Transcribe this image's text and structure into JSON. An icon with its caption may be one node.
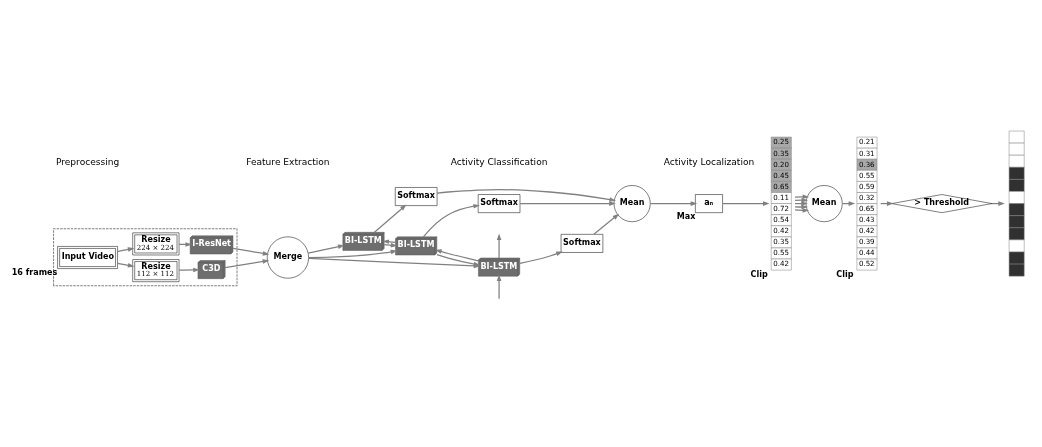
{
  "diagram": {
    "nodes": [
      {
        "text": [],
        "shape": "box"
      },
      {
        "text": [
          "Input Video"
        ],
        "beside": [
          "16 frames"
        ],
        "in": 0
      },
      {
        "text": [
          "Resize",
          "112 × 112"
        ],
        "in": 0
      },
      {
        "text": [
          "Resize",
          "224 × 224"
        ],
        "in": 0
      },
      {
        "text": [
          "C3D"
        ],
        "in": 0
      },
      {
        "text": [
          "I-ResNet"
        ],
        "in": 0
      },
      {
        "text": [
          "Merge"
        ]
      },
      {
        "text": [
          "BI-LSTM"
        ]
      },
      {
        "text": [
          "BI-LSTM"
        ]
      },
      {
        "text": [
          "BI-LSTM"
        ]
      },
      {
        "text": [
          "Softmax"
        ]
      },
      {
        "text": [
          "Softmax"
        ]
      },
      {
        "text": [
          "Softmax"
        ]
      },
      {
        "text": [
          "Mean"
        ]
      },
      {
        "text": [
          "aₙ"
        ],
        "beside": [
          "Max"
        ]
      },
      {
        "text": [
          "0.25",
          "0.35",
          "0.20",
          "0.45",
          "0.65",
          "0.11",
          "0.72",
          "0.54",
          "0.42",
          "0.35",
          "0.55",
          "0.42"
        ],
        "beside": [
          "Clip"
        ]
      },
      {
        "text": [
          "Mean"
        ]
      },
      {
        "text": [
          "0.21",
          "0.31",
          "0.36",
          "0.55",
          "0.59",
          "0.32",
          "0.65",
          "0.43",
          "0.42",
          "0.39",
          "0.44",
          "0.52"
        ],
        "beside": [
          "Clip"
        ]
      },
      {
        "text": [
          "> Threshold"
        ]
      },
      {
        "text": [],
        "shape": "bar"
      }
    ],
    "edges": [
      {
        "from": 1,
        "to": 2,
        "arrow": "to"
      },
      {
        "from": 1,
        "to": 3,
        "arrow": "to"
      },
      {
        "from": 2,
        "to": 4,
        "arrow": "to"
      },
      {
        "from": 3,
        "to": 5,
        "arrow": "to"
      },
      {
        "from": 4,
        "to": 6,
        "arrow": "to"
      },
      {
        "from": 5,
        "to": 6,
        "arrow": "to"
      },
      {
        "from": 6,
        "to": 7,
        "arrow": "to"
      },
      {
        "from": 6,
        "to": 8,
        "arrow": "to"
      },
      {
        "from": 6,
        "to": 9,
        "arrow": "to"
      },
      {
        "from": 7,
        "to": 8,
        "arrow": "to"
      },
      {
        "from": 8,
        "to": 7,
        "arrow": "to"
      },
      {
        "from": 8,
        "to": 9,
        "arrow": "to"
      },
      {
        "from": 9,
        "to": 8,
        "arrow": "to"
      },
      {
        "from": 9,
        "to": null,
        "arrow": "to"
      },
      {
        "from": null,
        "to": 9,
        "arrow": "to"
      },
      {
        "from": 7,
        "to": 10,
        "arrow": "to"
      },
      {
        "from": 8,
        "to": 11,
        "arrow": "to"
      },
      {
        "from": 9,
        "to": 12,
        "arrow": "to"
      },
      {
        "from": 10,
        "to": 13,
        "arrow": "to"
      },
      {
        "from": 11,
        "to": 13,
        "arrow": "to"
      },
      {
        "from": 12,
        "to": 13,
        "arrow": "to"
      },
      {
        "from": 13,
        "to": 14,
        "arrow": "to"
      },
      {
        "from": 14,
        "to": 15,
        "arrow": "to"
      },
      {
        "from": 15,
        "to": 16,
        "arrow": "to"
      },
      {
        "from": 15,
        "to": 16,
        "arrow": "to"
      },
      {
        "from": 15,
        "to": 16,
        "arrow": "to"
      },
      {
        "from": 15,
        "to": 16,
        "arrow": "to"
      },
      {
        "from": 15,
        "to": 16,
        "arrow": "to"
      },
      {
        "from": 16,
        "to": 17,
        "arrow": "to"
      },
      {
        "from": 17,
        "to": 18,
        "arrow": "to"
      },
      {
        "from": 18,
        "to": 19,
        "arrow": "to"
      }
    ],
    "labels": [
      "Preprocessing",
      "Feature Extraction",
      "Activity Classification",
      "Activity Localization"
    ]
  }
}
